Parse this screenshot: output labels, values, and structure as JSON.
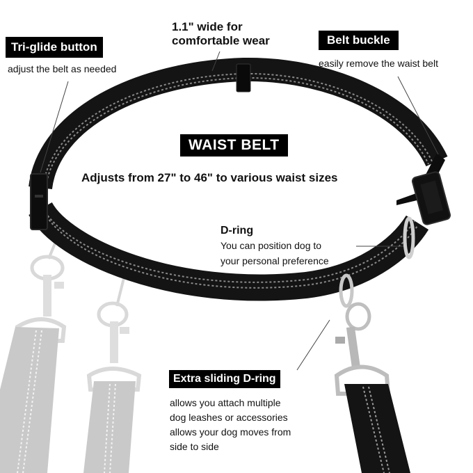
{
  "title": {
    "main_label": "WAISTBELT",
    "main_label_display": "WAIST BELT",
    "subtitle": "Adjusts from 27\" to 46\" to various waist sizes"
  },
  "callouts": {
    "tri_glide": {
      "label": "Tri-glide button",
      "description": "adjust the belt as needed"
    },
    "width": {
      "line1": "1.1\" wide for",
      "line2": "comfortable wear"
    },
    "buckle": {
      "label": "Belt buckle",
      "description": "easily remove the waist belt"
    },
    "d_ring": {
      "label": "D-ring",
      "line1": "You can position dog to",
      "line2": "your personal preference"
    },
    "sliding_d_ring": {
      "label": "Extra sliding D-ring",
      "line1": "allows you attach multiple",
      "line2": "dog leashes or accessories",
      "line3": "allows your dog moves from",
      "line4": "side to side"
    }
  },
  "colors": {
    "belt": "#141414",
    "stitch": "#9a9a9a",
    "ghost_leash": "#bdbdbd",
    "metal": "#c8c8c8",
    "label_bg": "#000000",
    "label_text": "#ffffff"
  }
}
